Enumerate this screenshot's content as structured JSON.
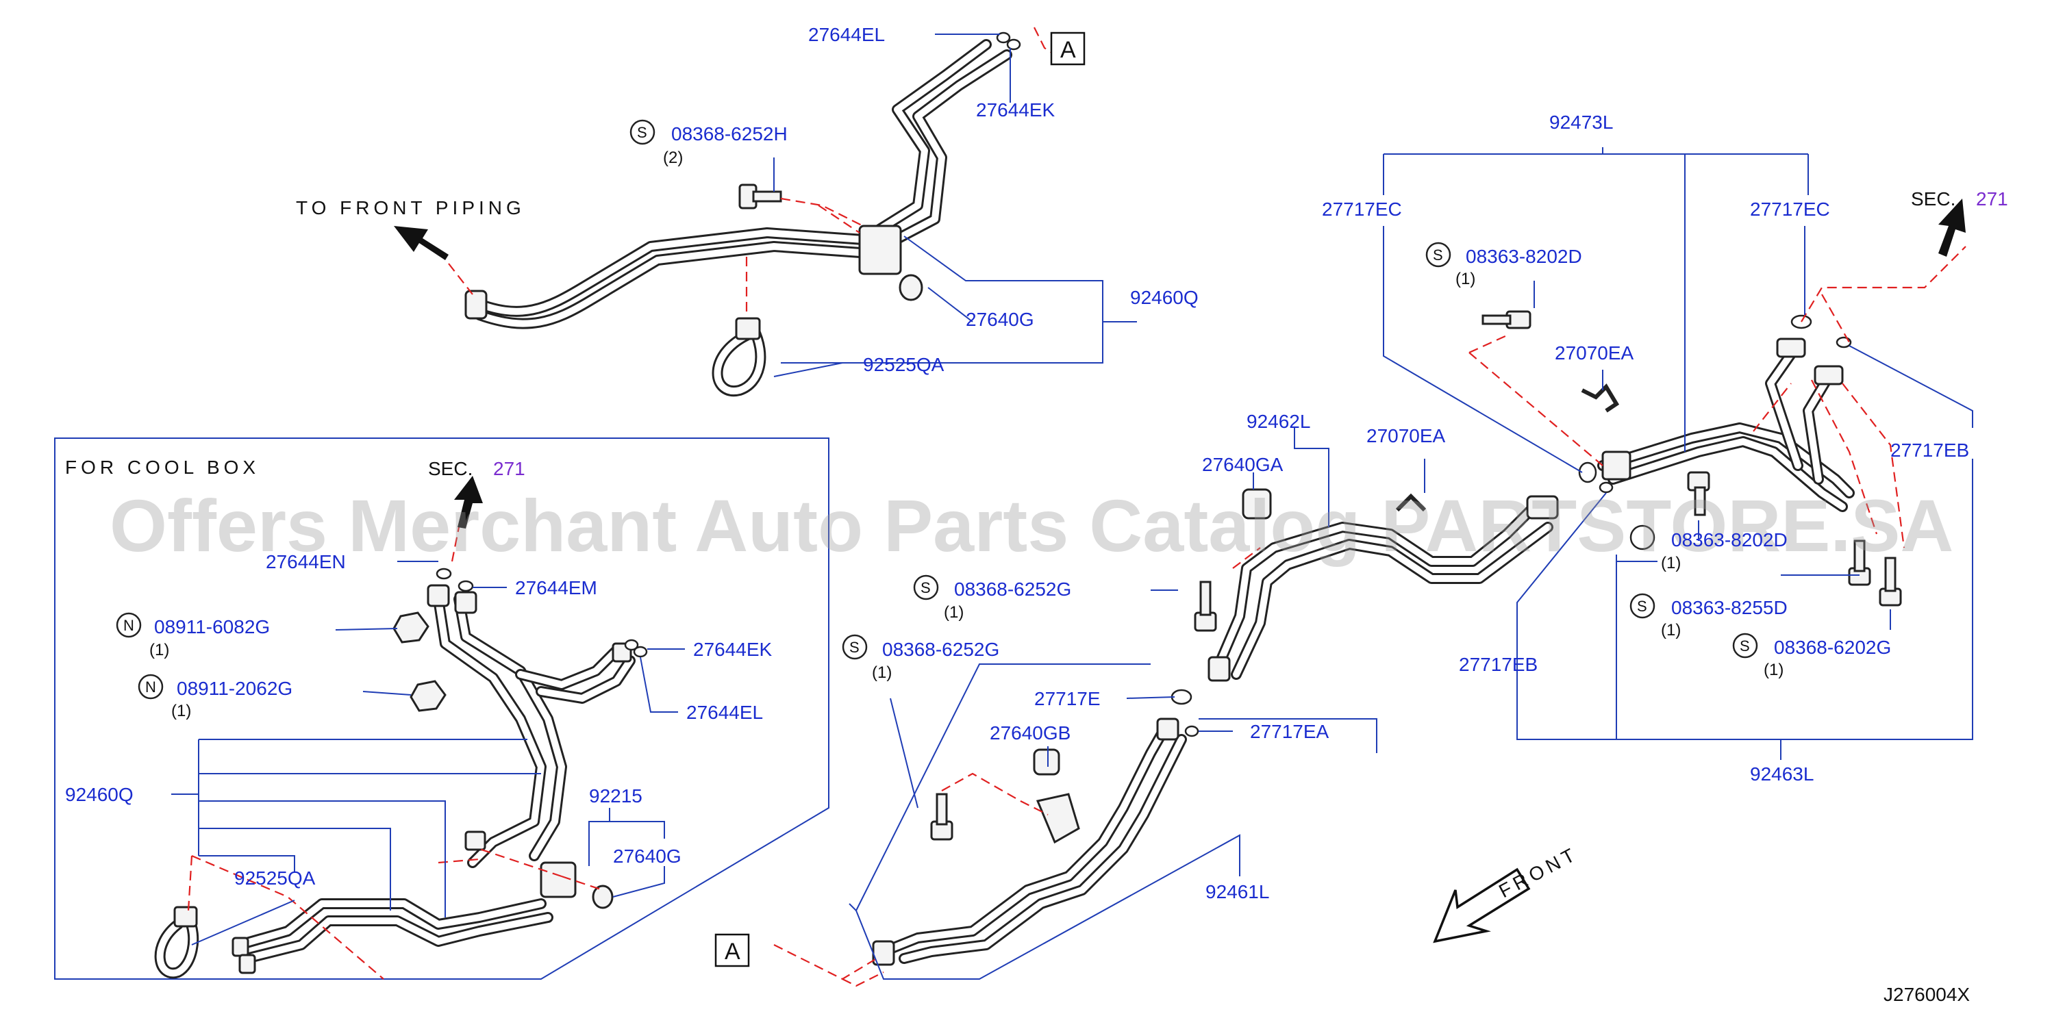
{
  "diagram_code": "J276004X",
  "watermark": "Offers Merchant Auto Parts Catalog PARTSTORE.SA",
  "labels": {
    "to_front_piping": "TO FRONT PIPING",
    "for_cool_box": "FOR COOL BOX",
    "front": "FRONT",
    "sec": "SEC.",
    "sec_num": "271",
    "ref_a": "A"
  },
  "parts": {
    "p27644EL_top": "27644EL",
    "p27644EK_top": "27644EK",
    "p08368_6252H": "08368-6252H",
    "q08368_6252H": "(2)",
    "p27640G_top": "27640G",
    "p92460Q_top": "92460Q",
    "p92525QA_top": "92525QA",
    "p92473L": "92473L",
    "p27717EC_left": "27717EC",
    "p27717EC_right": "27717EC",
    "p08363_8202D_top": "08363-8202D",
    "q08363_8202D_top": "(1)",
    "p27070EA_right": "27070EA",
    "p27717EB_right": "27717EB",
    "p08363_8202D_mid": "08363-8202D",
    "q08363_8202D_mid": "(1)",
    "p08363_8255D": "08363-8255D",
    "q08363_8255D": "(1)",
    "p08368_6202G": "08368-6202G",
    "q08368_6202G": "(1)",
    "p27717EB_left": "27717EB",
    "p92463L": "92463L",
    "p92462L": "92462L",
    "p27640GA": "27640GA",
    "p27070EA_mid": "27070EA",
    "p08368_6252G_a": "08368-6252G",
    "q08368_6252G_a": "(1)",
    "p08368_6252G_b": "08368-6252G",
    "q08368_6252G_b": "(1)",
    "p27717E": "27717E",
    "p27640GB": "27640GB",
    "p27717EA": "27717EA",
    "p92461L": "92461L",
    "p27644EN": "27644EN",
    "p27644EM": "27644EM",
    "p08911_6082G": "08911-6082G",
    "q08911_6082G": "(1)",
    "p08911_2062G": "08911-2062G",
    "q08911_2062G": "(1)",
    "p27644EK_box": "27644EK",
    "p27644EL_box": "27644EL",
    "p92460Q_box": "92460Q",
    "p92215": "92215",
    "p27640G_box": "27640G",
    "p92525QA_box": "92525QA"
  },
  "symbols": {
    "s": "S",
    "n": "N"
  }
}
